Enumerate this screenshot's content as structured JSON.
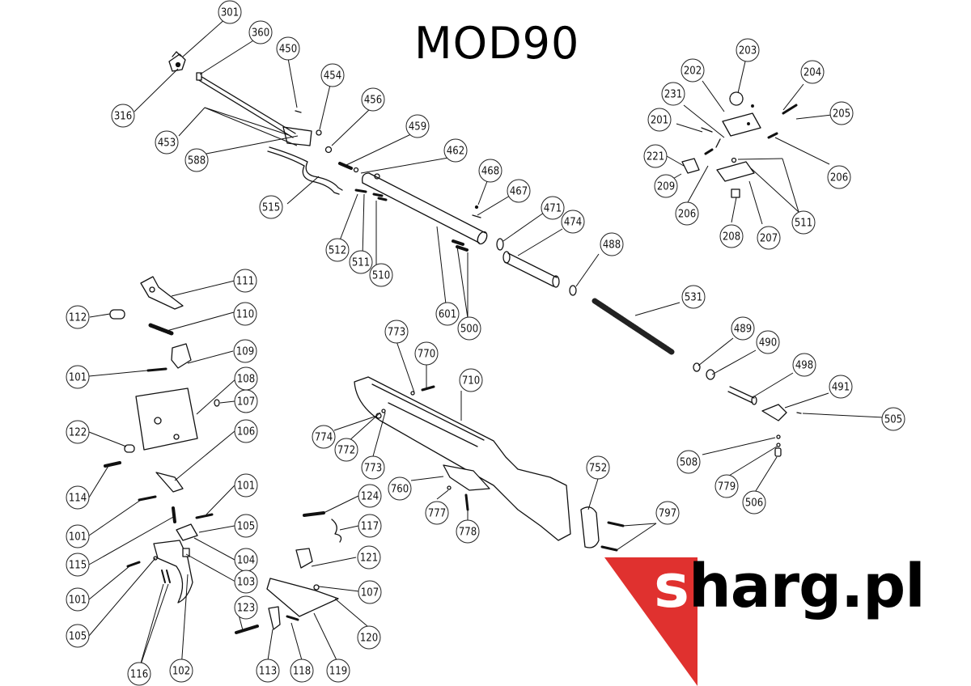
{
  "title": "MOD90",
  "brand": {
    "s": "s",
    "rest": "harg.pl",
    "accent_color": "#e0312f"
  },
  "callouts": [
    {
      "id": "301",
      "label": "301"
    },
    {
      "id": "360",
      "label": "360"
    },
    {
      "id": "450",
      "label": "450"
    },
    {
      "id": "454",
      "label": "454"
    },
    {
      "id": "456",
      "label": "456"
    },
    {
      "id": "459",
      "label": "459"
    },
    {
      "id": "462",
      "label": "462"
    },
    {
      "id": "468",
      "label": "468"
    },
    {
      "id": "467",
      "label": "467"
    },
    {
      "id": "471",
      "label": "471"
    },
    {
      "id": "474",
      "label": "474"
    },
    {
      "id": "488",
      "label": "488"
    },
    {
      "id": "316",
      "label": "316"
    },
    {
      "id": "453",
      "label": "453"
    },
    {
      "id": "588",
      "label": "588"
    },
    {
      "id": "515",
      "label": "515"
    },
    {
      "id": "512",
      "label": "512"
    },
    {
      "id": "511a",
      "label": "511"
    },
    {
      "id": "510",
      "label": "510"
    },
    {
      "id": "601",
      "label": "601"
    },
    {
      "id": "500",
      "label": "500"
    },
    {
      "id": "531",
      "label": "531"
    },
    {
      "id": "203",
      "label": "203"
    },
    {
      "id": "202",
      "label": "202"
    },
    {
      "id": "204",
      "label": "204"
    },
    {
      "id": "231",
      "label": "231"
    },
    {
      "id": "205",
      "label": "205"
    },
    {
      "id": "201",
      "label": "201"
    },
    {
      "id": "221",
      "label": "221"
    },
    {
      "id": "209",
      "label": "209"
    },
    {
      "id": "206a",
      "label": "206"
    },
    {
      "id": "206b",
      "label": "206"
    },
    {
      "id": "511b",
      "label": "511"
    },
    {
      "id": "208",
      "label": "208"
    },
    {
      "id": "207",
      "label": "207"
    },
    {
      "id": "111",
      "label": "111"
    },
    {
      "id": "112",
      "label": "112"
    },
    {
      "id": "110",
      "label": "110"
    },
    {
      "id": "109",
      "label": "109"
    },
    {
      "id": "101a",
      "label": "101"
    },
    {
      "id": "108",
      "label": "108"
    },
    {
      "id": "107a",
      "label": "107"
    },
    {
      "id": "106",
      "label": "106"
    },
    {
      "id": "122",
      "label": "122"
    },
    {
      "id": "114",
      "label": "114"
    },
    {
      "id": "101b",
      "label": "101"
    },
    {
      "id": "101c",
      "label": "101"
    },
    {
      "id": "115",
      "label": "115"
    },
    {
      "id": "105a",
      "label": "105"
    },
    {
      "id": "104",
      "label": "104"
    },
    {
      "id": "103",
      "label": "103"
    },
    {
      "id": "101d",
      "label": "101"
    },
    {
      "id": "105b",
      "label": "105"
    },
    {
      "id": "116",
      "label": "116"
    },
    {
      "id": "102",
      "label": "102"
    },
    {
      "id": "123",
      "label": "123"
    },
    {
      "id": "113",
      "label": "113"
    },
    {
      "id": "118",
      "label": "118"
    },
    {
      "id": "119",
      "label": "119"
    },
    {
      "id": "120",
      "label": "120"
    },
    {
      "id": "107b",
      "label": "107"
    },
    {
      "id": "121",
      "label": "121"
    },
    {
      "id": "117",
      "label": "117"
    },
    {
      "id": "124",
      "label": "124"
    },
    {
      "id": "773a",
      "label": "773"
    },
    {
      "id": "770",
      "label": "770"
    },
    {
      "id": "710",
      "label": "710"
    },
    {
      "id": "774",
      "label": "774"
    },
    {
      "id": "772",
      "label": "772"
    },
    {
      "id": "773b",
      "label": "773"
    },
    {
      "id": "760",
      "label": "760"
    },
    {
      "id": "777",
      "label": "777"
    },
    {
      "id": "778",
      "label": "778"
    },
    {
      "id": "752",
      "label": "752"
    },
    {
      "id": "797",
      "label": "797"
    },
    {
      "id": "489",
      "label": "489"
    },
    {
      "id": "490",
      "label": "490"
    },
    {
      "id": "498",
      "label": "498"
    },
    {
      "id": "491",
      "label": "491"
    },
    {
      "id": "505",
      "label": "505"
    },
    {
      "id": "508",
      "label": "508"
    },
    {
      "id": "779",
      "label": "779"
    },
    {
      "id": "506",
      "label": "506"
    }
  ]
}
